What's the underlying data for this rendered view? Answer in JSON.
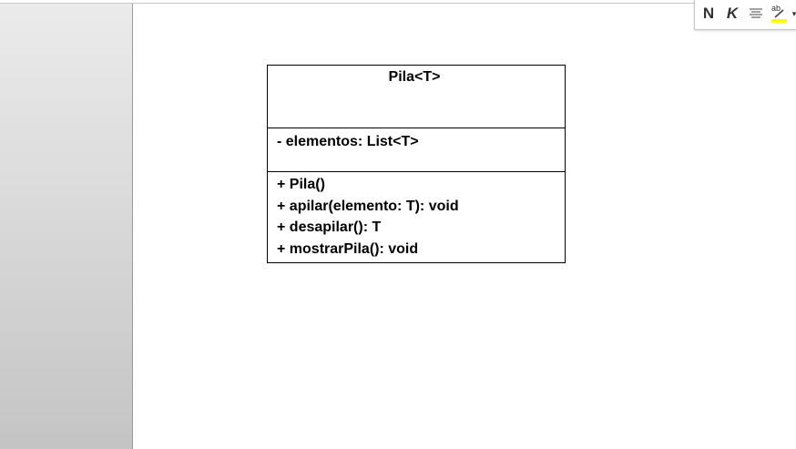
{
  "uml_class": {
    "name": "Pila<T>",
    "attributes": [
      "- elementos: List<T>"
    ],
    "methods": [
      "+ Pila()",
      "+ apilar(elemento: T): void",
      "+ desapilar(): T",
      "+ mostrarPila(): void"
    ]
  },
  "mini_toolbar": {
    "bold_label": "N",
    "italic_label": "K",
    "highlight_label": "ab",
    "highlight_color": "#ffff00",
    "icons": [
      "bold-icon",
      "italic-icon",
      "align-center-icon",
      "highlight-icon",
      "chevron-down-icon"
    ]
  }
}
